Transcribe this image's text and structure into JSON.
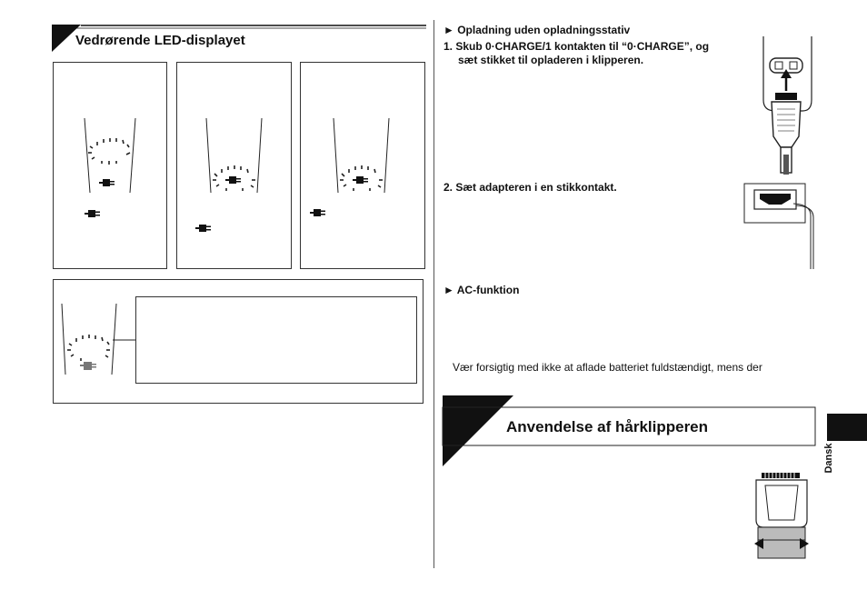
{
  "left": {
    "section_title": "Vedrørende LED-displayet"
  },
  "right": {
    "charging_heading": "► Opladning uden opladningsstativ",
    "step1_line1": "1. Skub 0·CHARGE/1 kontakten til “0·CHARGE”, og",
    "step1_line2": "sæt stikket til opladeren i klipperen.",
    "step2": "2. Sæt adapteren i en stikkontakt.",
    "ac_heading": "► AC-funktion",
    "warning_text": "Vær forsigtig med ikke at aflade batteriet fuldstændigt, mens der",
    "use_section_title": "Anvendelse af hårklipperen",
    "language_tab": "Dansk"
  }
}
